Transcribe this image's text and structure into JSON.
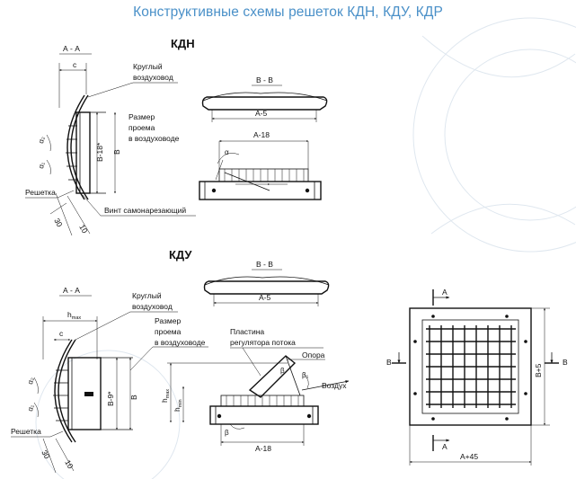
{
  "page": {
    "title": "Конструктивные схемы решеток КДН, КДУ, КДР"
  },
  "kdn": {
    "heading": "КДН",
    "section_aa": "А - А",
    "section_bb": "В - В",
    "dim_c": "c",
    "dim_b18": "В-18*",
    "dim_b": "В",
    "dim_a5": "А-5",
    "dim_a18": "А-18",
    "angle_a1": "α₁",
    "angle_a2": "α₂",
    "angle_b": "α",
    "dim_30": "30",
    "dim_10": "10",
    "callout_duct": [
      "Круглый",
      "воздуховод"
    ],
    "callout_opening": [
      "Размер",
      "проема",
      "в воздуховоде"
    ],
    "callout_grille": "Решетка",
    "callout_screw": "Винт самонарезающий"
  },
  "kdu": {
    "heading": "КДУ",
    "section_aa": "А - А",
    "section_bb": "В - В",
    "dim_hmax": "h",
    "dim_hmax_sub": "max",
    "dim_hmin": "h",
    "dim_hmin_sub": "min",
    "dim_c": "c",
    "dim_b9": "В-9*",
    "dim_b": "В",
    "dim_a5": "А-5",
    "dim_a18": "А-18",
    "angle_a1": "α₁",
    "angle_a2": "α₂",
    "angle_beta": "β",
    "angle_beta1": "β₁",
    "dim_30": "30",
    "dim_10": "10",
    "callout_duct": [
      "Круглый",
      "воздуховод"
    ],
    "callout_opening": [
      "Размер",
      "проема",
      "в воздуховоде"
    ],
    "callout_plate": [
      "Пластина",
      "регулятора потока"
    ],
    "callout_support": "Опора",
    "callout_air": "Воздух",
    "callout_grille": "Решетка"
  },
  "kdr": {
    "section_a_top": "А",
    "section_a_bottom": "А",
    "section_b_left": "В",
    "section_b_right": "В",
    "dim_b5": "В+5",
    "dim_a45": "А+45"
  }
}
